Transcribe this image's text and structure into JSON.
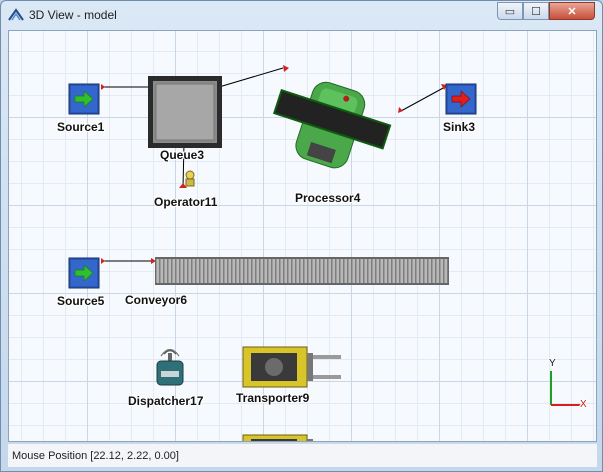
{
  "window": {
    "title": "3D View - model",
    "icon": "flexsim-icon",
    "minimize_label": "▭",
    "maximize_label": "☐",
    "close_label": "✕"
  },
  "objects": {
    "source1": "Source1",
    "queue3": "Queue3",
    "operator11": "Operator11",
    "processor4": "Processor4",
    "sink3": "Sink3",
    "source5": "Source5",
    "conveyor6": "Conveyor6",
    "dispatcher17": "Dispatcher17",
    "transporter9": "Transporter9"
  },
  "axis": {
    "x": "X",
    "y": "Y"
  },
  "colors": {
    "source": "#2a58b8",
    "source_arrow": "#2fbf2f",
    "sink": "#2a58b8",
    "sink_arrow": "#e01e1e",
    "processor": "#4aa84a",
    "connector": "#d61f1f",
    "transporter": "#d9c52a"
  },
  "status": {
    "text": "Mouse Position [22.12, 2.22, 0.00]"
  }
}
